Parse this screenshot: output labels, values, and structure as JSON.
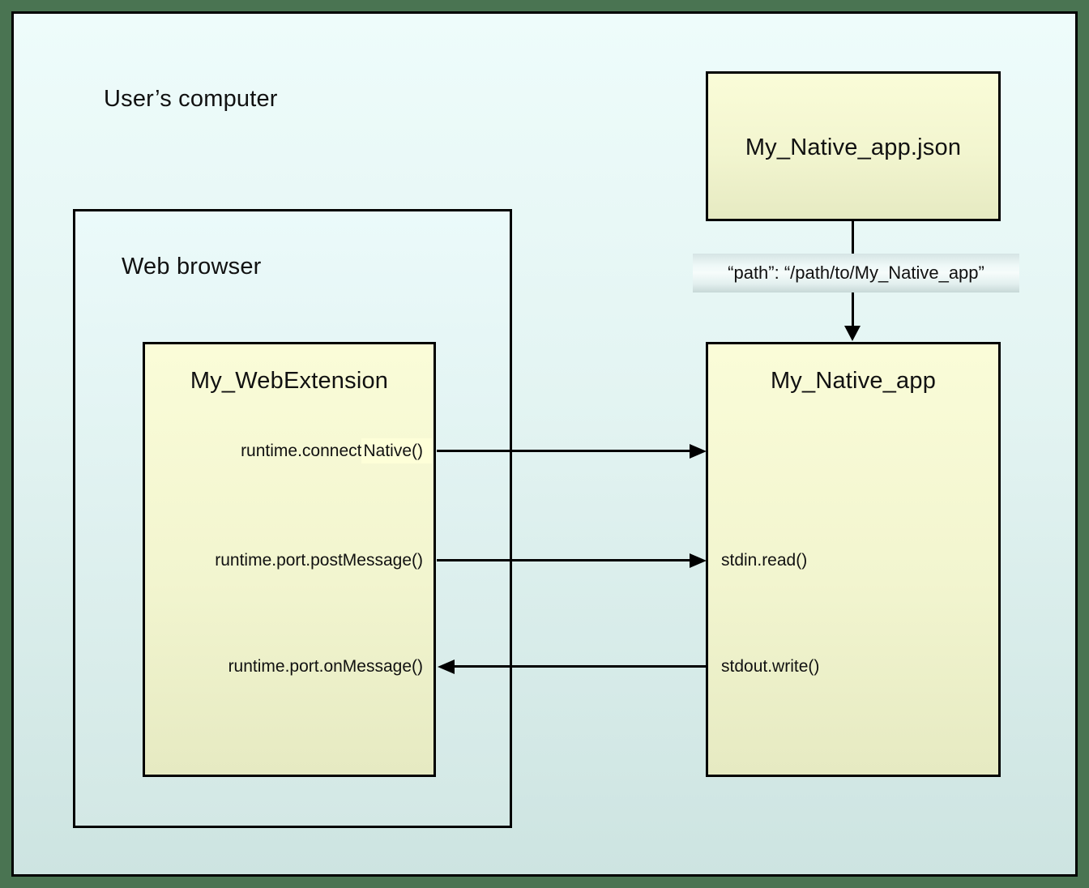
{
  "colors": {
    "frame_green": "#4a7452",
    "canvas_top": "#eefcfb",
    "canvas_bottom": "#cde4e1",
    "box_yellow_top": "#fafcd8",
    "box_yellow_bottom": "#e6eac2",
    "highlight_yellow": "#feffd8",
    "arrow_black": "#000000"
  },
  "outer": {
    "label": "User’s computer"
  },
  "browser": {
    "label": "Web browser"
  },
  "extension": {
    "title": "My_WebExtension",
    "connect_prefix": "runtime.connect",
    "connect_highlight": "Native()",
    "post_message": "runtime.port.postMessage()",
    "on_message": "runtime.port.onMessage()"
  },
  "manifest": {
    "title": "My_Native_app.json",
    "path_label": "“path”: “/path/to/My_Native_app”"
  },
  "native": {
    "title": "My_Native_app",
    "stdin": "stdin.read()",
    "stdout": "stdout.write()"
  }
}
